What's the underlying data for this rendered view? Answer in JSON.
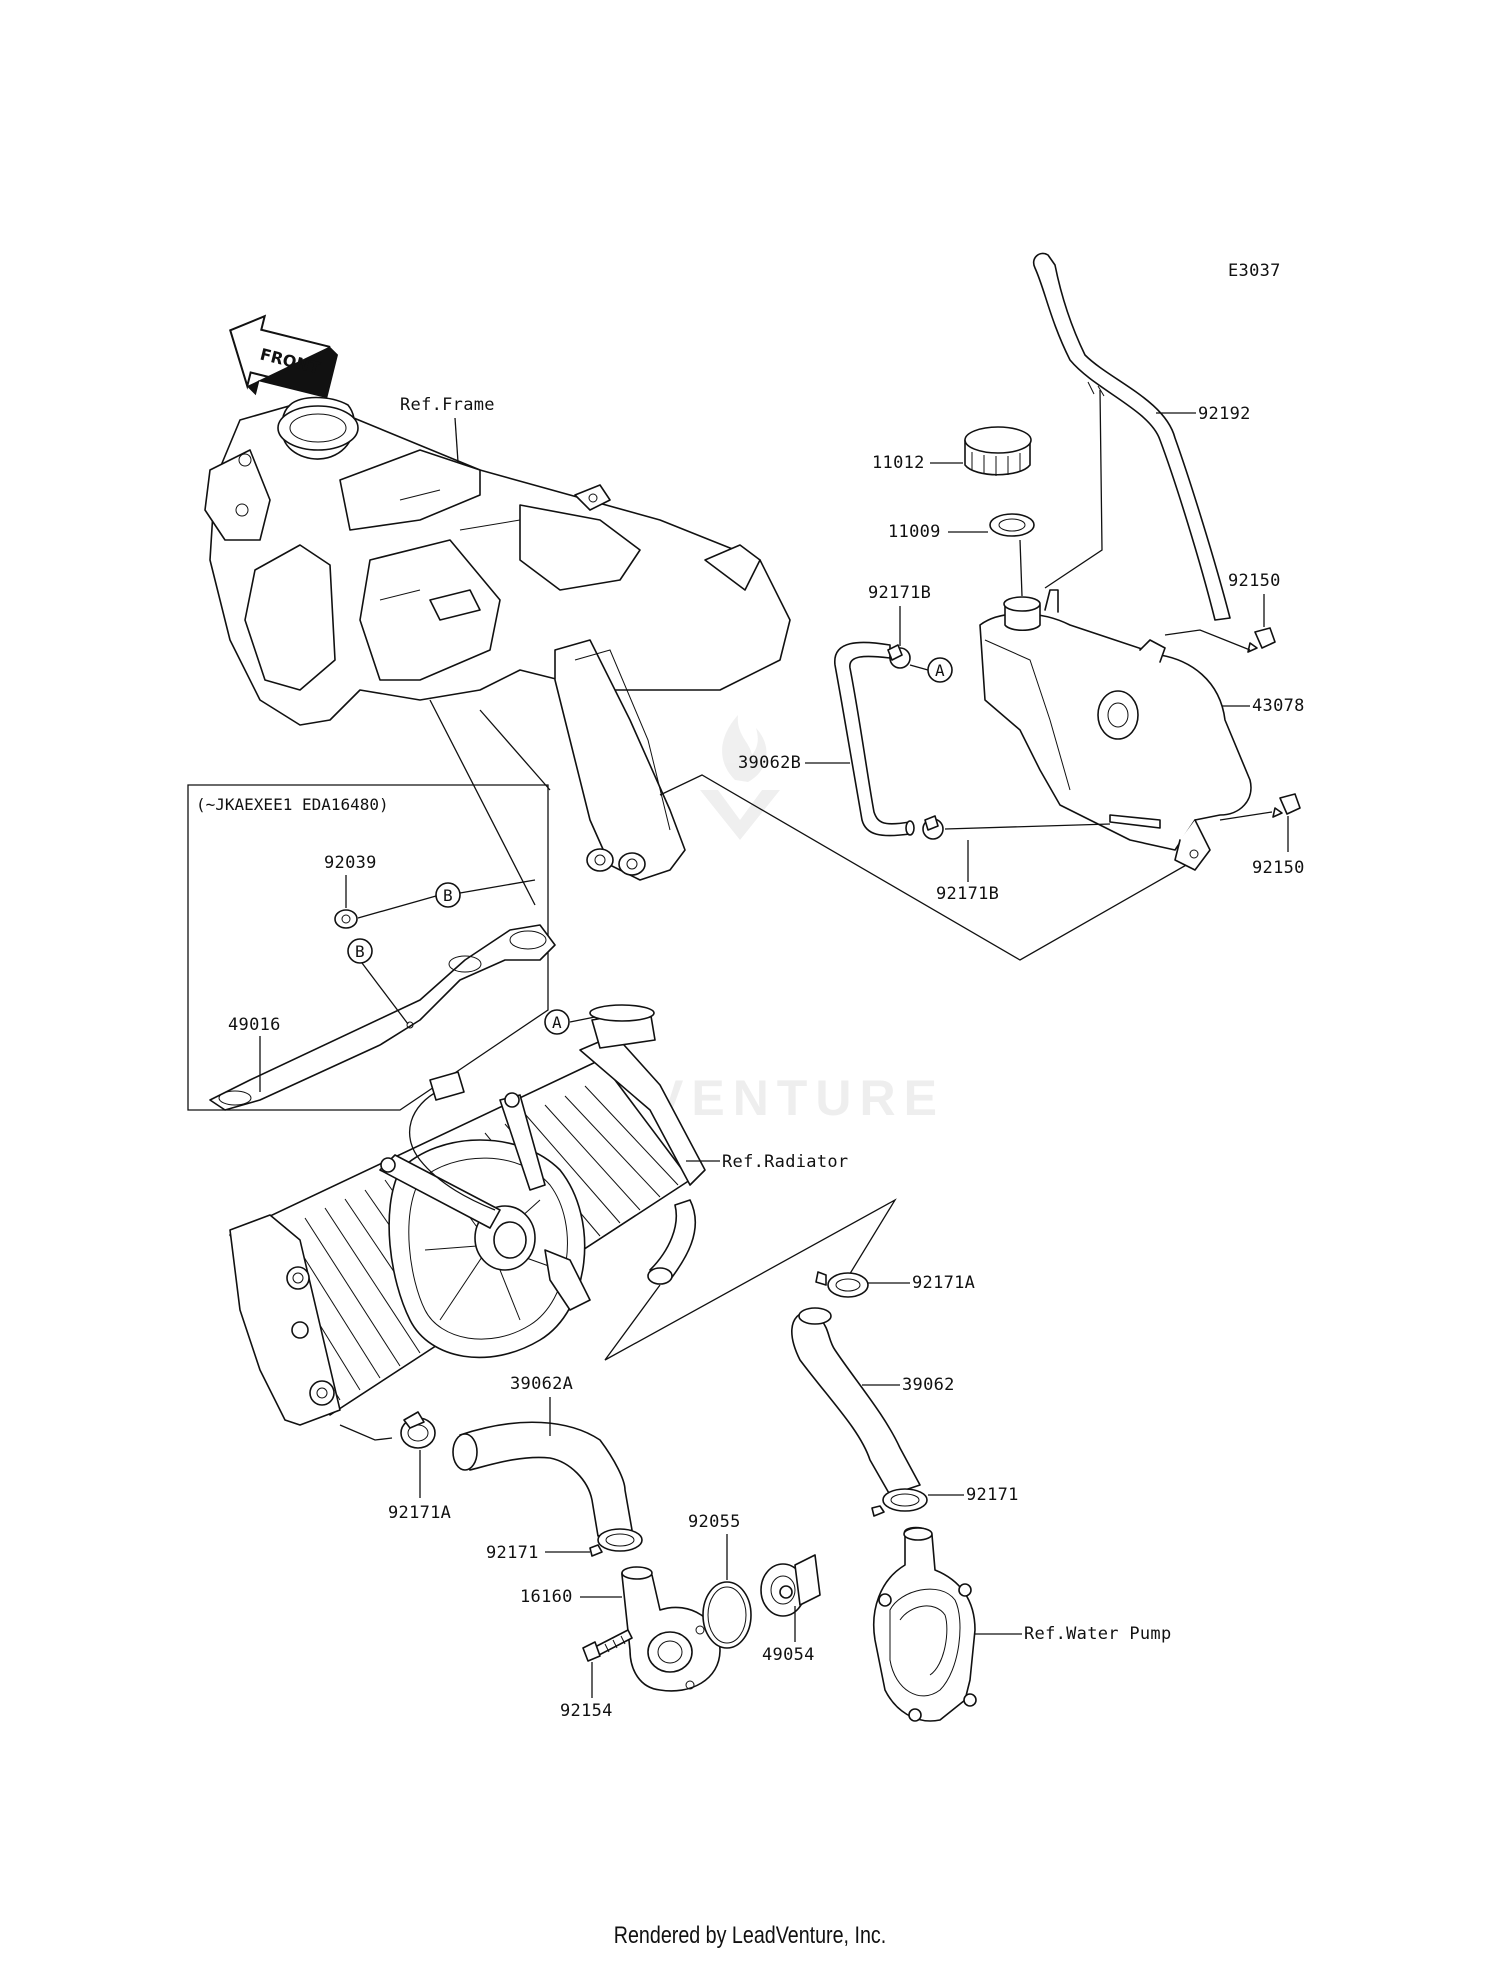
{
  "diagram": {
    "code": "E3037",
    "front_label": "FRONT",
    "variant_note": "(~JKAEXEE1 EDA16480)",
    "watermark": "VENTURE",
    "callout_a": "A",
    "callout_b": "B",
    "refs": {
      "frame": "Ref.Frame",
      "radiator": "Ref.Radiator",
      "water_pump": "Ref.Water Pump"
    },
    "parts": [
      "92192",
      "11012",
      "11009",
      "92171B",
      "92150",
      "43078",
      "39062B",
      "92171B",
      "92150",
      "92039",
      "49016",
      "92171A",
      "39062",
      "39062A",
      "92171",
      "92171A",
      "92055",
      "92171",
      "16160",
      "49054",
      "92154"
    ]
  },
  "footer": "Rendered by LeadVenture, Inc."
}
